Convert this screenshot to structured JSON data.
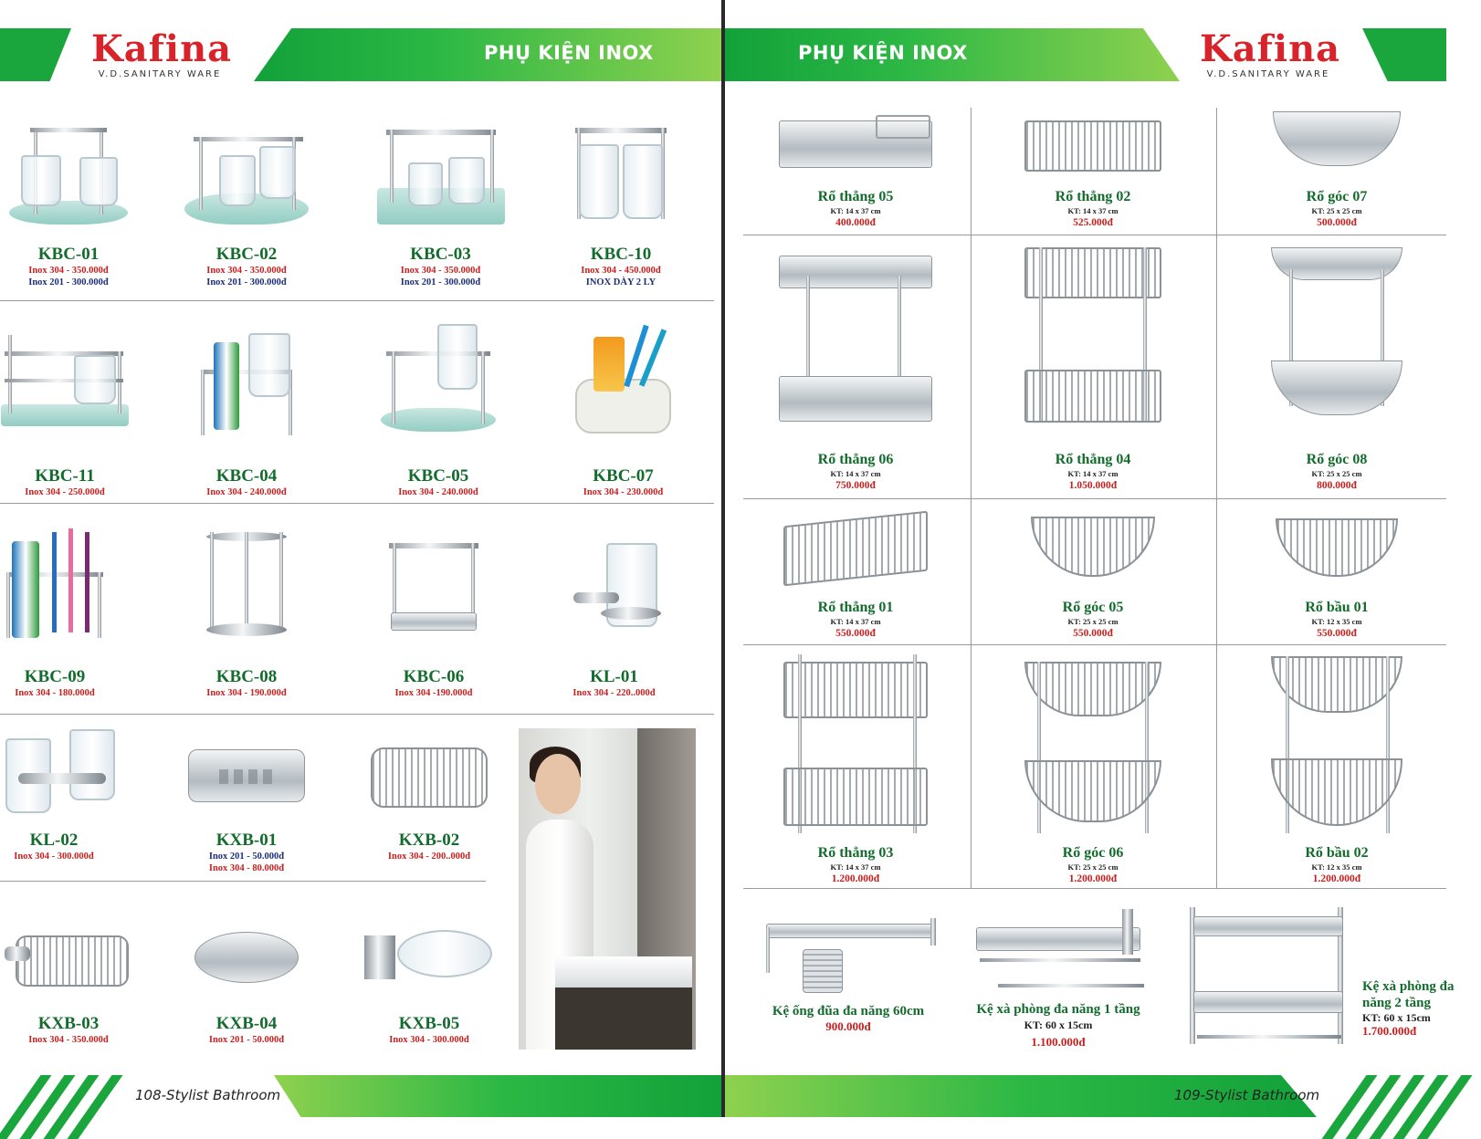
{
  "brand": {
    "name": "Kafina",
    "tagline": "V.D.SANITARY WARE"
  },
  "left_page": {
    "header_title": "PHỤ KIỆN INOX",
    "footer": "108-Stylist Bathroom",
    "products": [
      {
        "code": "KBC-01",
        "p1": "Inox 304 - 350.000đ",
        "p2": "Inox 201 - 300.000đ"
      },
      {
        "code": "KBC-02",
        "p1": "Inox 304 - 350.000đ",
        "p2": "Inox 201 - 300.000đ"
      },
      {
        "code": "KBC-03",
        "p1": "Inox 304 - 350.000đ",
        "p2": "Inox 201 - 300.000đ"
      },
      {
        "code": "KBC-10",
        "p1": "Inox 304 - 450.000đ",
        "p2": "INOX DÀY 2 LY"
      },
      {
        "code": "KBC-11",
        "p1": "Inox 304 - 250.000đ"
      },
      {
        "code": "KBC-04",
        "p1": "Inox 304 - 240.000đ"
      },
      {
        "code": "KBC-05",
        "p1": "Inox 304 - 240.000đ"
      },
      {
        "code": "KBC-07",
        "p1": "Inox 304 - 230.000đ"
      },
      {
        "code": "KBC-09",
        "p1": "Inox 304 - 180.000đ"
      },
      {
        "code": "KBC-08",
        "p1": "Inox 304 - 190.000đ"
      },
      {
        "code": "KBC-06",
        "p1": "Inox 304 -190.000đ"
      },
      {
        "code": "KL-01",
        "p1": "Inox 304 - 220..000đ"
      },
      {
        "code": "KL-02",
        "p1": "Inox 304 - 300.000đ"
      },
      {
        "code": "KXB-01",
        "p1": "Inox 201 - 50.000đ",
        "p2": "Inox 304 - 80.000đ"
      },
      {
        "code": "KXB-02",
        "p1": "Inox 304 - 200..000đ"
      },
      {
        "code": "KXB-03",
        "p1": "Inox 304 - 350.000đ"
      },
      {
        "code": "KXB-04",
        "p1": "Inox 201 - 50.000đ"
      },
      {
        "code": "KXB-05",
        "p1": "Inox 304 - 300.000đ"
      }
    ]
  },
  "right_page": {
    "header_title": "PHỤ KIỆN INOX",
    "footer": "109-Stylist Bathroom",
    "products": [
      {
        "name": "Rổ thẳng 05",
        "size": "KT: 14 x 37 cm",
        "price": "400.000đ"
      },
      {
        "name": "Rổ thẳng 02",
        "size": "KT: 14 x 37 cm",
        "price": "525.000đ"
      },
      {
        "name": "Rổ góc 07",
        "size": "KT: 25 x 25 cm",
        "price": "500.000đ"
      },
      {
        "name": "Rổ thẳng 06",
        "size": "KT: 14 x 37 cm",
        "price": "750.000đ"
      },
      {
        "name": "Rổ thẳng 04",
        "size": "KT: 14 x 37 cm",
        "price": "1.050.000đ"
      },
      {
        "name": "Rổ góc 08",
        "size": "KT: 25 x 25 cm",
        "price": "800.000đ"
      },
      {
        "name": "Rổ thẳng 01",
        "size": "KT: 14 x 37 cm",
        "price": "550.000đ"
      },
      {
        "name": "Rổ góc 05",
        "size": "KT: 25 x 25 cm",
        "price": "550.000đ"
      },
      {
        "name": "Rổ bầu 01",
        "size": "KT: 12 x 35 cm",
        "price": "550.000đ"
      },
      {
        "name": "Rổ thẳng 03",
        "size": "KT: 14 x 37 cm",
        "price": "1.200.000đ"
      },
      {
        "name": "Rổ góc 06",
        "size": "KT: 25 x 25 cm",
        "price": "1.200.000đ"
      },
      {
        "name": "Rổ bầu 02",
        "size": "KT: 12 x 35 cm",
        "price": "1.200.000đ"
      }
    ],
    "bottom": [
      {
        "name": "Kệ ống đũa đa năng 60cm",
        "price": "900.000đ"
      },
      {
        "name": "Kệ xà phòng đa năng 1 tầng",
        "size": "KT: 60 x 15cm",
        "price": "1.100.000đ"
      },
      {
        "name": "Kệ xà phòng đa năng 2 tầng",
        "size": "KT: 60 x 15cm",
        "price": "1.700.000đ"
      }
    ]
  }
}
